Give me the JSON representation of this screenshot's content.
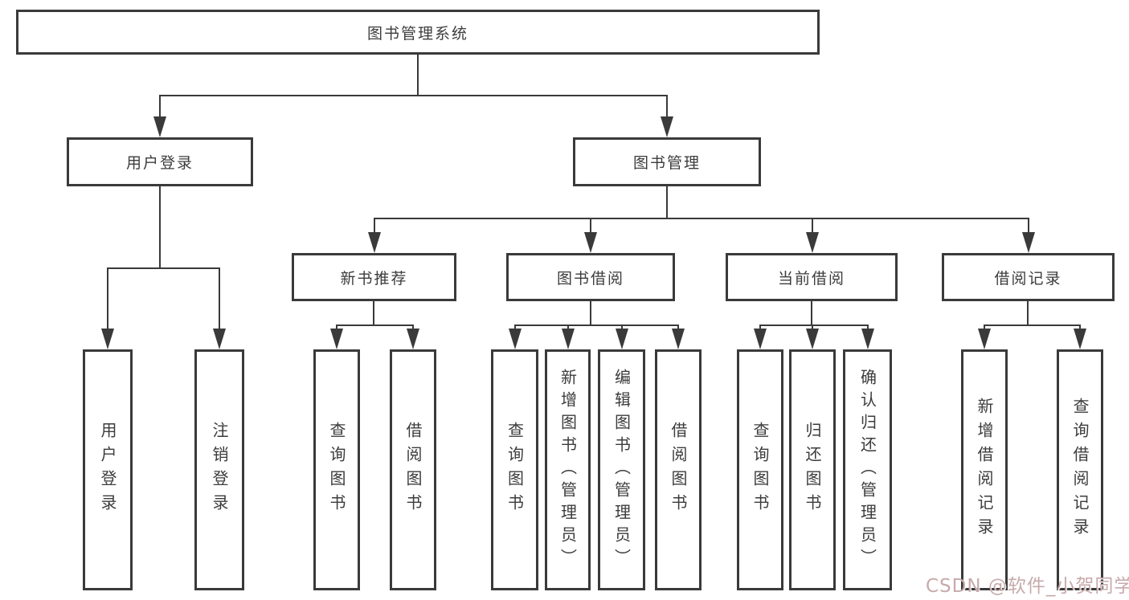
{
  "diagram": {
    "root": {
      "label": "图书管理系统"
    },
    "level2": {
      "user_login": {
        "label": "用户登录"
      },
      "book_mgmt": {
        "label": "图书管理"
      }
    },
    "level3": {
      "new_book_rec": {
        "label": "新书推荐"
      },
      "book_borrow": {
        "label": "图书借阅"
      },
      "current_borrow": {
        "label": "当前借阅"
      },
      "borrow_record": {
        "label": "借阅记录"
      }
    },
    "leaves": {
      "user_login_leaf": {
        "label": "用户登录"
      },
      "logout_leaf": {
        "label": "注销登录"
      },
      "nb_query": {
        "label": "查询图书"
      },
      "nb_borrow": {
        "label": "借阅图书"
      },
      "bb_query": {
        "label": "查询图书"
      },
      "bb_add": {
        "label": "新增图书（管理员）"
      },
      "bb_edit": {
        "label": "编辑图书（管理员）"
      },
      "bb_borrow": {
        "label": "借阅图书"
      },
      "cb_query": {
        "label": "查询图书"
      },
      "cb_return": {
        "label": "归还图书"
      },
      "cb_confirm": {
        "label": "确认归还（管理员）"
      },
      "br_add": {
        "label": "新增借阅记录"
      },
      "br_query": {
        "label": "查询借阅记录"
      }
    },
    "edges": [
      "图书管理系统→用户登录",
      "图书管理系统→图书管理",
      "用户登录→用户登录",
      "用户登录→注销登录",
      "图书管理→新书推荐",
      "图书管理→图书借阅",
      "图书管理→当前借阅",
      "图书管理→借阅记录",
      "新书推荐→查询图书",
      "新书推荐→借阅图书",
      "图书借阅→查询图书",
      "图书借阅→新增图书（管理员）",
      "图书借阅→编辑图书（管理员）",
      "图书借阅→借阅图书",
      "当前借阅→查询图书",
      "当前借阅→归还图书",
      "当前借阅→确认归还（管理员）",
      "借阅记录→新增借阅记录",
      "借阅记录→查询借阅记录"
    ]
  },
  "watermark": "CSDN @软件_小贺同学",
  "colors": {
    "line": "#3a3a3a",
    "text": "#3c3c3c",
    "background": "#ffffff",
    "watermark": "#bf9e9e"
  }
}
